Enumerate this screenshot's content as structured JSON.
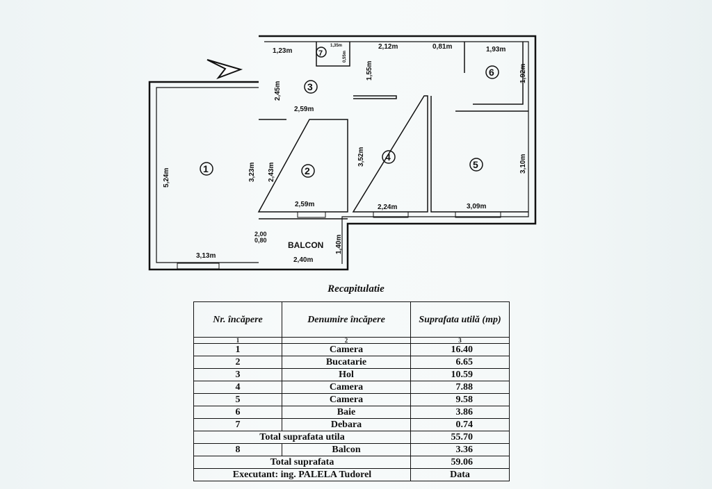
{
  "plan": {
    "rooms": [
      {
        "num": "1"
      },
      {
        "num": "2"
      },
      {
        "num": "3"
      },
      {
        "num": "4"
      },
      {
        "num": "5"
      },
      {
        "num": "6"
      },
      {
        "num": "7"
      }
    ],
    "dims": {
      "d123": "1,23m",
      "d135": "1,35m",
      "d055": "0,55m",
      "d212": "2,12m",
      "d081": "0,81m",
      "d193": "1,93m",
      "d245": "2,45m",
      "d155": "1,55m",
      "d192": "1,92m",
      "d259a": "2,59m",
      "d524": "5,24m",
      "d323": "3,23m",
      "d243": "2,43m",
      "d352": "3,52m",
      "d310": "3,10m",
      "d259b": "2,59m",
      "d224": "2,24m",
      "d309": "3,09m",
      "d200": "2,00",
      "d080": "0,80",
      "d140": "1,40m",
      "d313": "3,13m",
      "d240": "2,40m"
    },
    "balcony_label": "BALCON"
  },
  "recap": {
    "title": "Recapitulatie",
    "headers": {
      "nr": "Nr. încăpere",
      "name": "Denumire încăpere",
      "area": "Suprafata utilă (mp)"
    },
    "col_numbers": [
      "1",
      "2",
      "3"
    ],
    "rows": [
      {
        "nr": "1",
        "name": "Camera",
        "area": "16.40"
      },
      {
        "nr": "2",
        "name": "Bucatarie",
        "area": "6.65"
      },
      {
        "nr": "3",
        "name": "Hol",
        "area": "10.59"
      },
      {
        "nr": "4",
        "name": "Camera",
        "area": "7.88"
      },
      {
        "nr": "5",
        "name": "Camera",
        "area": "9.58"
      },
      {
        "nr": "6",
        "name": "Baie",
        "area": "3.86"
      },
      {
        "nr": "7",
        "name": "Debara",
        "area": "0.74"
      }
    ],
    "total_useful_label": "Total suprafata utila",
    "total_useful_value": "55.70",
    "balcony_row": {
      "nr": "8",
      "name": "Balcon",
      "area": "3.36"
    },
    "total_label": "Total suprafata",
    "total_value": "59.06",
    "footer_left": "Executant: ing. PALELA Tudorel",
    "footer_right": "Data"
  }
}
